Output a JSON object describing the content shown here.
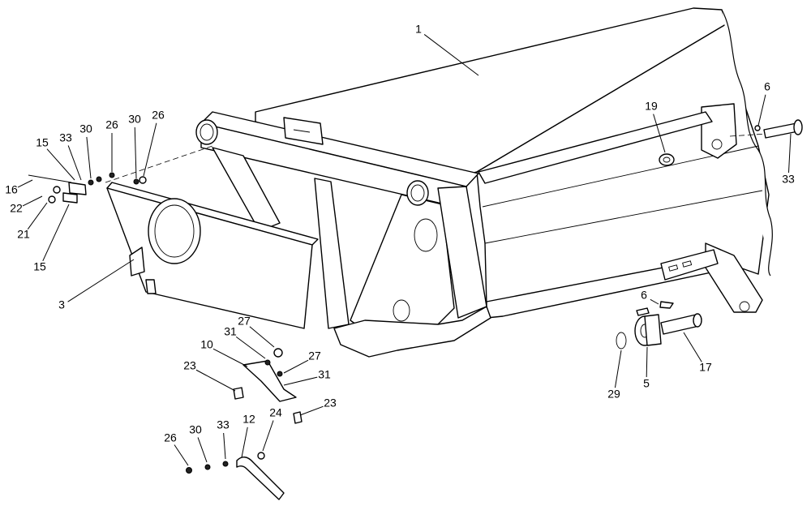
{
  "callouts": [
    {
      "text": "1"
    },
    {
      "text": "6"
    },
    {
      "text": "19"
    },
    {
      "text": "33"
    },
    {
      "text": "15"
    },
    {
      "text": "33"
    },
    {
      "text": "30"
    },
    {
      "text": "26"
    },
    {
      "text": "30"
    },
    {
      "text": "26"
    },
    {
      "text": "16"
    },
    {
      "text": "22"
    },
    {
      "text": "21"
    },
    {
      "text": "15"
    },
    {
      "text": "3"
    },
    {
      "text": "6"
    },
    {
      "text": "17"
    },
    {
      "text": "29"
    },
    {
      "text": "5"
    },
    {
      "text": "27"
    },
    {
      "text": "10"
    },
    {
      "text": "31"
    },
    {
      "text": "27"
    },
    {
      "text": "23"
    },
    {
      "text": "31"
    },
    {
      "text": "23"
    },
    {
      "text": "26"
    },
    {
      "text": "30"
    },
    {
      "text": "33"
    },
    {
      "text": "12"
    },
    {
      "text": "24"
    }
  ]
}
